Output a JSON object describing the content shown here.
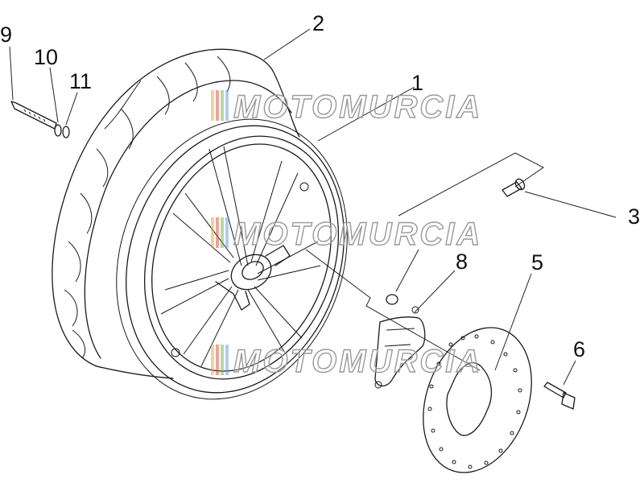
{
  "callouts": [
    {
      "id": "1",
      "label": "1"
    },
    {
      "id": "2",
      "label": "2"
    },
    {
      "id": "3",
      "label": "3"
    },
    {
      "id": "5",
      "label": "5"
    },
    {
      "id": "6",
      "label": "6"
    },
    {
      "id": "8",
      "label": "8"
    },
    {
      "id": "9",
      "label": "9"
    },
    {
      "id": "10",
      "label": "10"
    },
    {
      "id": "11",
      "label": "11"
    }
  ],
  "watermark": {
    "text": "MOTOMURCIA",
    "stripe_colors": [
      "#e8a33c",
      "#d94a3a",
      "#6fb04a",
      "#5aa0d8"
    ]
  },
  "colors": {
    "line": "#1a1a1a",
    "background": "#ffffff"
  }
}
